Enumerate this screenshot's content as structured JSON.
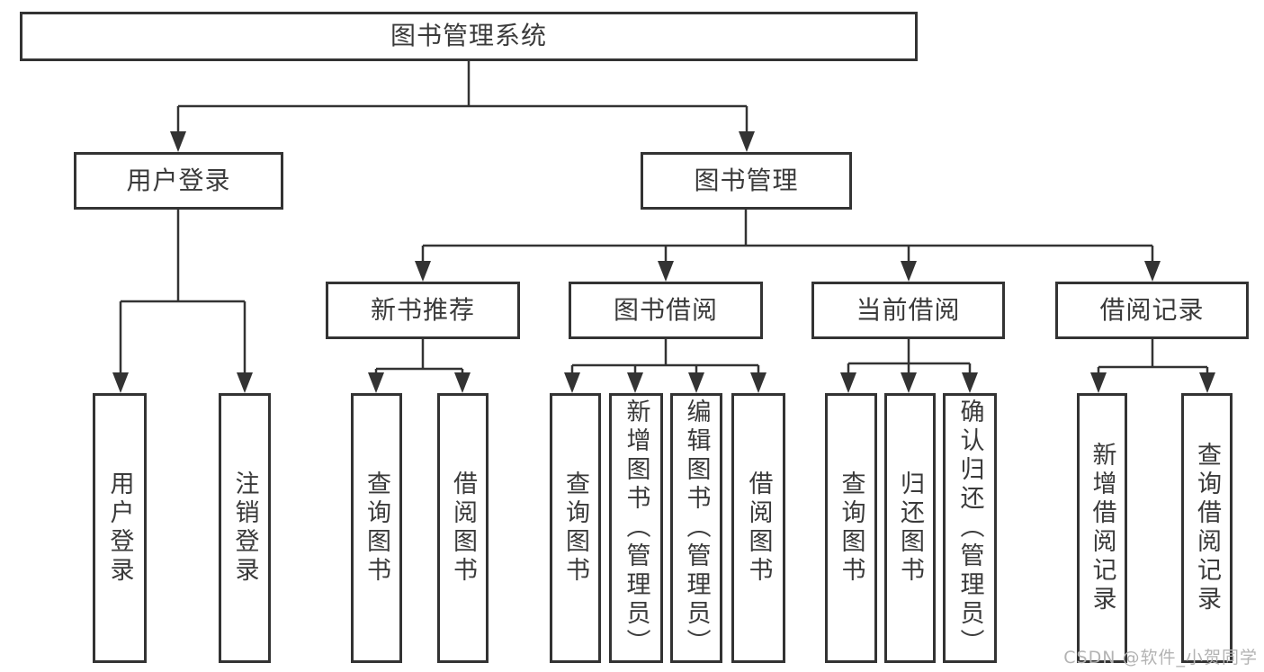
{
  "title": "图书管理系统",
  "watermark": "CSDN @软件_小贺同学",
  "colors": {
    "line": "#333333",
    "border": "#333333",
    "text": "#3a3a3a",
    "background": "#ffffff",
    "watermark": "#b3b3b3"
  },
  "tree": {
    "root": {
      "label": "图书管理系统",
      "children": [
        {
          "label": "用户登录",
          "children": [
            {
              "label": "用户登录"
            },
            {
              "label": "注销登录"
            }
          ]
        },
        {
          "label": "图书管理",
          "children": [
            {
              "label": "新书推荐",
              "children": [
                {
                  "label": "查询图书"
                },
                {
                  "label": "借阅图书"
                }
              ]
            },
            {
              "label": "图书借阅",
              "children": [
                {
                  "label": "查询图书"
                },
                {
                  "label": "新增图书（管理员）"
                },
                {
                  "label": "编辑图书（管理员）"
                },
                {
                  "label": "借阅图书"
                }
              ]
            },
            {
              "label": "当前借阅",
              "children": [
                {
                  "label": "查询图书"
                },
                {
                  "label": "归还图书"
                },
                {
                  "label": "确认归还（管理员）"
                }
              ]
            },
            {
              "label": "借阅记录",
              "children": [
                {
                  "label": "新增借阅记录"
                },
                {
                  "label": "查询借阅记录"
                }
              ]
            }
          ]
        }
      ]
    }
  }
}
